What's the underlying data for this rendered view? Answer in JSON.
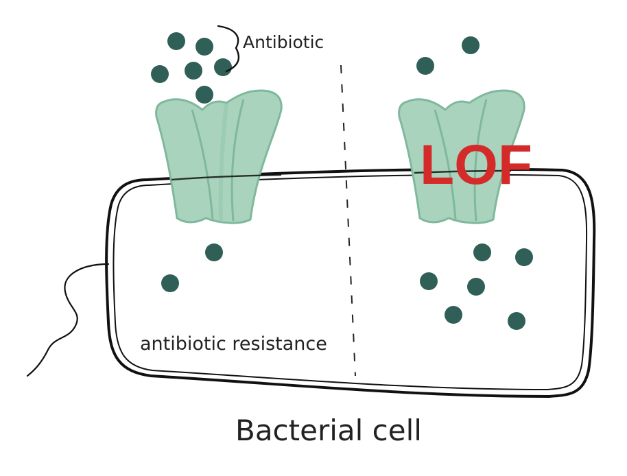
{
  "labels": {
    "antibiotic": "Antibiotic",
    "resistance": "antibiotic resistance",
    "lof": "LOF",
    "cell": "Bacterial cell"
  },
  "colors": {
    "molecule": "#2f5f57",
    "channel_fill": "#a9d3bd",
    "channel_stroke": "#7fb89c",
    "channel_inner": "#8cc4a8",
    "membrane": "#111111",
    "lof_text": "#d42a2a",
    "divider": "#222222"
  },
  "icons": {
    "channel": "porin-channel-icon",
    "molecule": "antibiotic-molecule-icon",
    "flagellum": "flagellum-icon"
  }
}
